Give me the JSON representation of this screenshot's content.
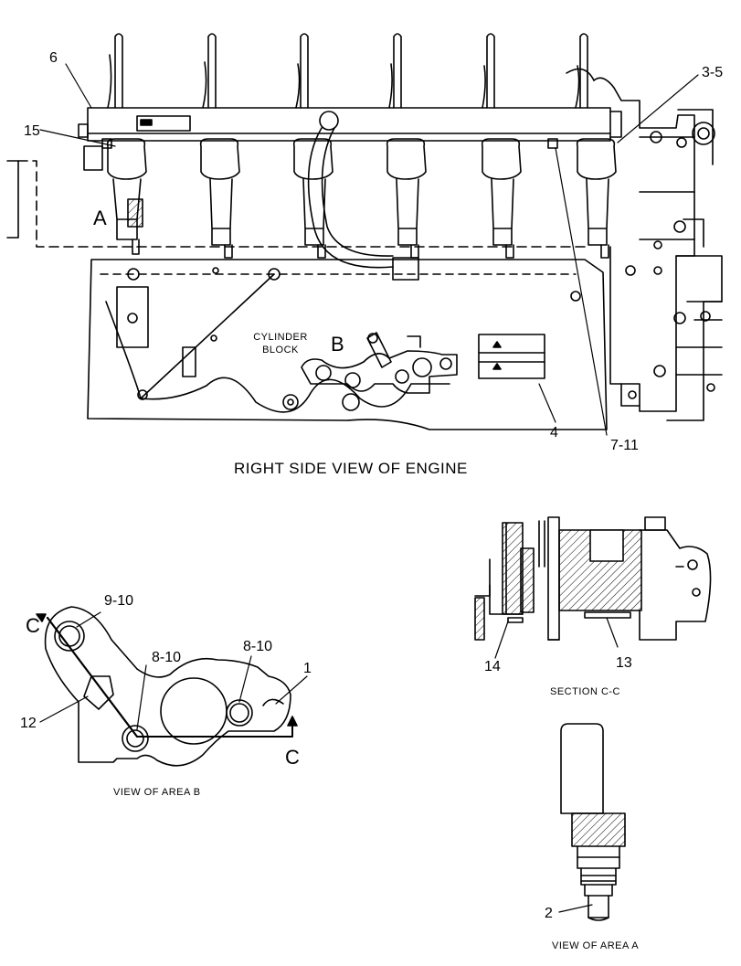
{
  "main_view": {
    "title": "RIGHT SIDE VIEW OF ENGINE",
    "area_a": "A",
    "area_b": "B",
    "block_label_1": "CYLINDER",
    "block_label_2": "BLOCK",
    "callouts": {
      "c6": "6",
      "c15": "15",
      "c3_5": "3-5",
      "c4": "4",
      "c7_11": "7-11"
    }
  },
  "view_b": {
    "caption": "VIEW OF AREA  B",
    "section_marker": "C",
    "callouts": {
      "c9_10": "9-10",
      "c8_10_a": "8-10",
      "c8_10_b": "8-10",
      "c1": "1",
      "c12": "12"
    }
  },
  "section_cc": {
    "caption": "SECTION  C-C",
    "callouts": {
      "c14": "14",
      "c13": "13"
    }
  },
  "view_a": {
    "caption": "VIEW OF AREA  A",
    "callouts": {
      "c2": "2"
    }
  }
}
